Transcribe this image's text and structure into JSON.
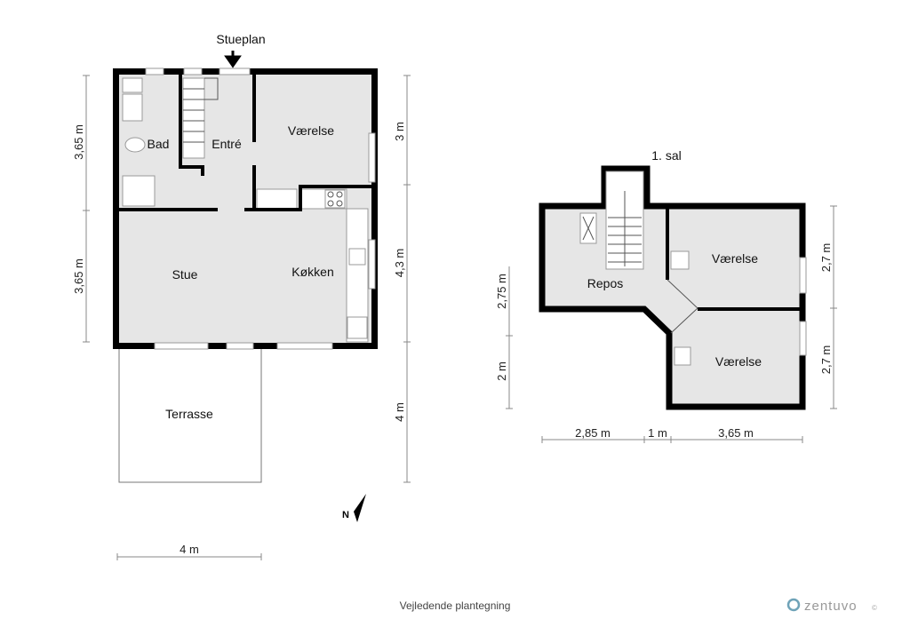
{
  "ground_floor": {
    "title": "Stueplan",
    "rooms": {
      "bad": "Bad",
      "entre": "Entré",
      "vaerelse": "Værelse",
      "stue": "Stue",
      "kokken": "Køkken",
      "terrasse": "Terrasse"
    },
    "dims": {
      "left_top": "3,65 m",
      "left_bottom": "3,65 m",
      "right_top": "3 m",
      "right_mid": "4,3 m",
      "right_bottom": "4 m",
      "bottom": "4 m"
    }
  },
  "first_floor": {
    "title": "1. sal",
    "rooms": {
      "repos": "Repos",
      "vaerelse_top": "Værelse",
      "vaerelse_bottom": "Værelse"
    },
    "dims": {
      "left_top": "2,75 m",
      "left_bottom": "2 m",
      "right_top": "2,7 m",
      "right_bottom": "2,7 m",
      "bottom_a": "2,85 m",
      "bottom_b": "1 m",
      "bottom_c": "3,65 m"
    }
  },
  "footer": {
    "caption": "Vejledende plantegning",
    "brand": "zentuvo",
    "brand_mark": "©"
  },
  "colors": {
    "floor": "#e6e6e6",
    "wall": "#000000",
    "logo": "#6fa3b8"
  }
}
